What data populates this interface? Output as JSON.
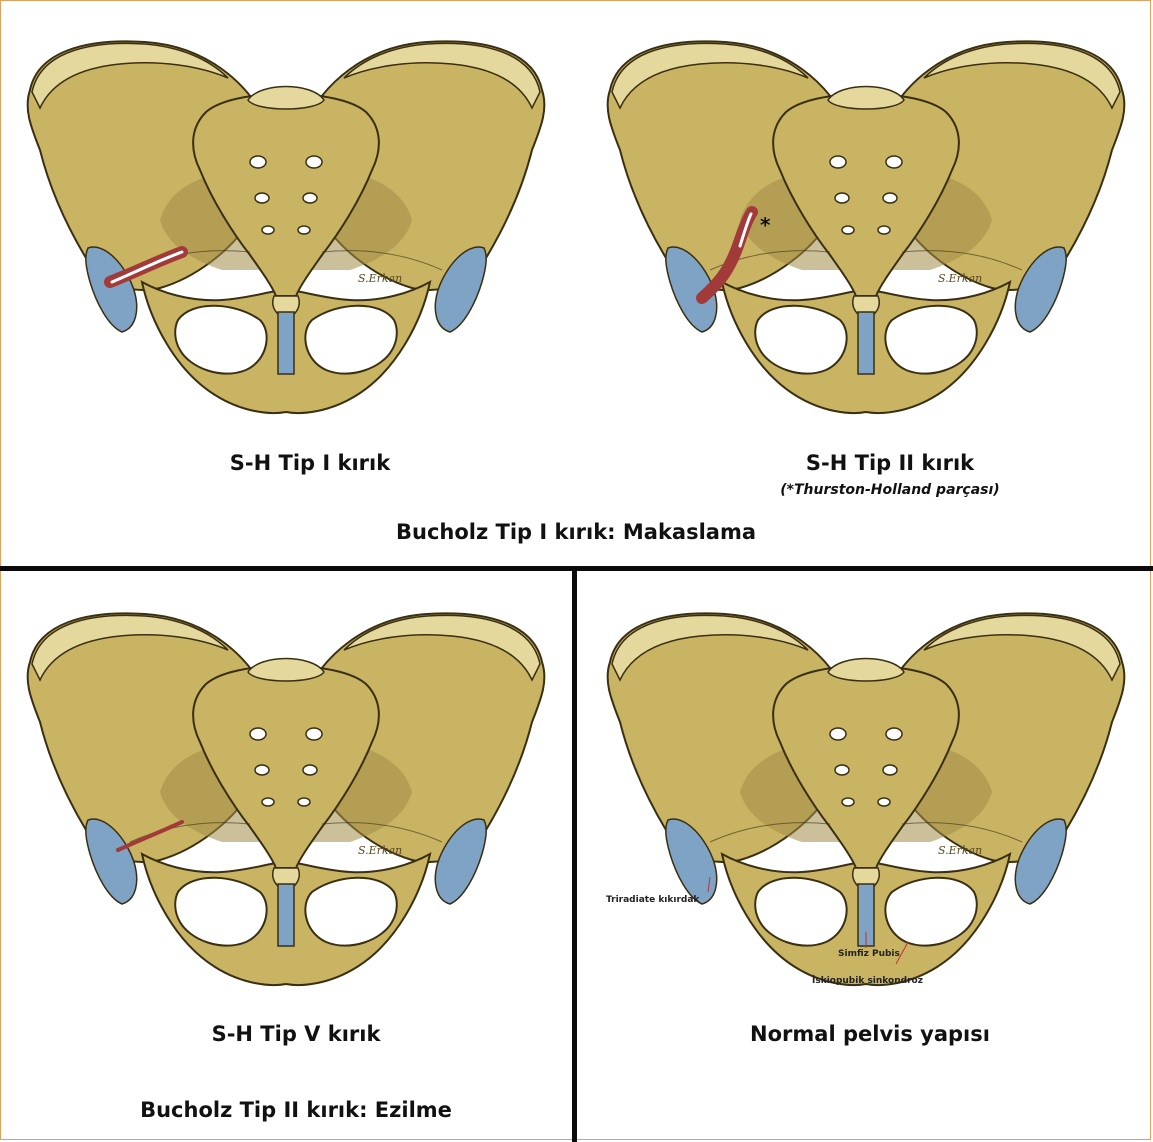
{
  "panels": {
    "tl": {
      "caption": "S-H Tip I kırık"
    },
    "tr": {
      "caption": "S-H Tip II kırık",
      "note": "(*Thurston-Holland parçası)",
      "asterisk": "*"
    },
    "bl": {
      "caption": "S-H Tip V kırık",
      "caption2": "Bucholz Tip II kırık: Ezilme"
    },
    "br": {
      "caption": "Normal pelvis yapısı"
    }
  },
  "top_caption": "Bucholz Tip I kırık: Makaslama",
  "signature": "S.Erkan",
  "annotations": {
    "triradiate": "Triradiate kıkırdak",
    "symphysis": "Simfiz Pubis",
    "ischiopubic": "İskiopubik sinkondroz"
  },
  "colors": {
    "bone": "#c9b464",
    "bone_light": "#e4d89c",
    "bone_shadow": "#a08c45",
    "cartilage": "#7fa3c4",
    "fracture": "#a23a3a",
    "divider": "#0b0b0b",
    "border": "#e0a060"
  }
}
